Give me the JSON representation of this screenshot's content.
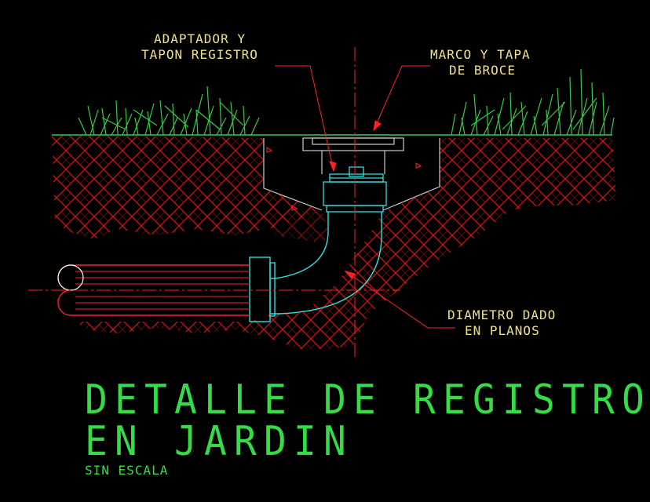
{
  "labels": {
    "adaptador_line1": "ADAPTADOR Y",
    "adaptador_line2": "TAPON REGISTRO",
    "marco_line1": "MARCO Y TAPA",
    "marco_line2": "DE BROCE",
    "diametro_line1": "DIAMETRO DADO",
    "diametro_line2": "EN PLANOS"
  },
  "title": {
    "line1": "DETALLE DE REGISTRO",
    "line2": "EN JARDIN",
    "scale": "SIN ESCALA"
  },
  "colors": {
    "background": "#000000",
    "soil_hatch": "#cc1111",
    "grass": "#33cc44",
    "pipe": "#33dddd",
    "leader": "#ff2222",
    "text": "#f0e08a",
    "title": "#33dd44",
    "concrete": "#cccccc"
  }
}
